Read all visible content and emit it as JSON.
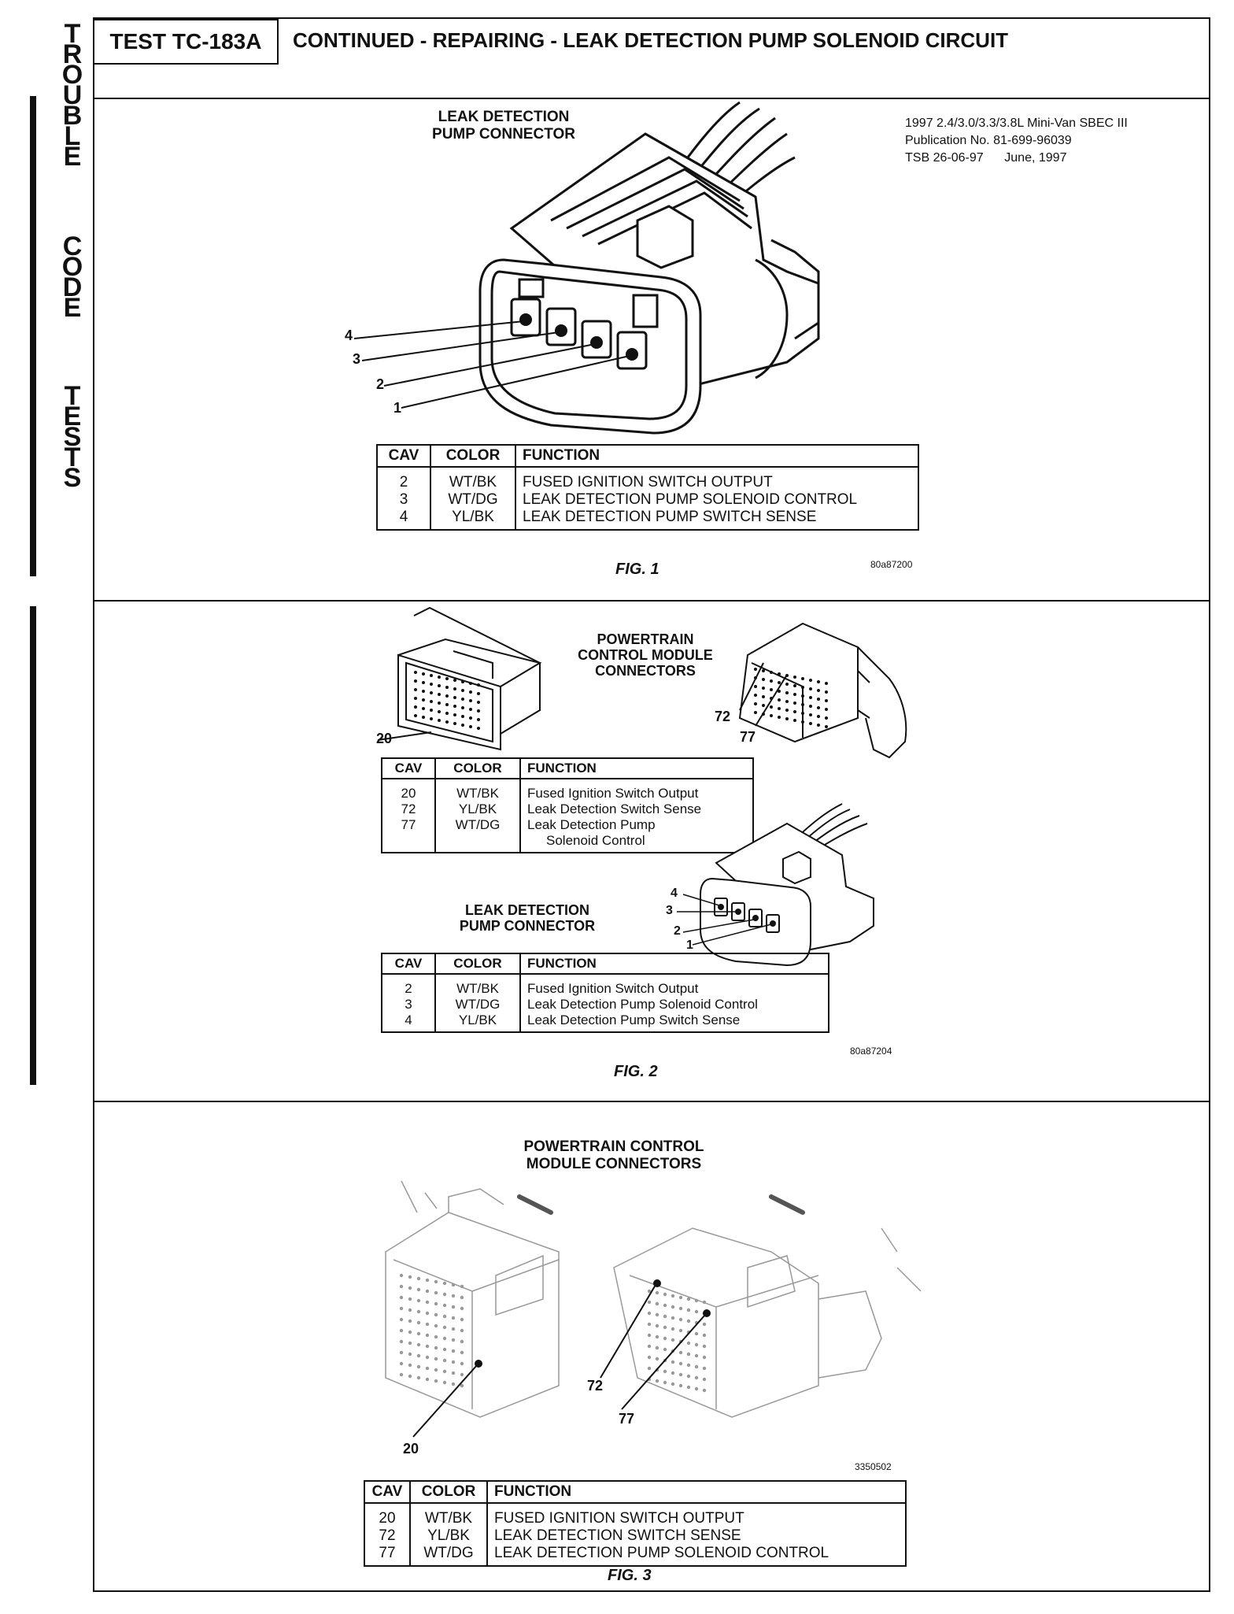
{
  "side_letters": {
    "word1": [
      "T",
      "R",
      "O",
      "U",
      "B",
      "L",
      "E"
    ],
    "word2": [
      "C",
      "O",
      "D",
      "E"
    ],
    "word3": [
      "T",
      "E",
      "S",
      "T",
      "S"
    ]
  },
  "header": {
    "test_id": "TEST TC-183A",
    "title": "CONTINUED - REPAIRING - LEAK DETECTION PUMP SOLENOID CIRCUIT"
  },
  "publication": {
    "line1": "1997 2.4/3.0/3.3/3.8L Mini-Van SBEC III",
    "line2": "Publication No. 81-699-96039",
    "line3": "TSB 26-06-97      June, 1997"
  },
  "fig1": {
    "caption_line1": "LEAK DETECTION",
    "caption_line2": "PUMP CONNECTOR",
    "pins": [
      "4",
      "3",
      "2",
      "1"
    ],
    "table": {
      "headers": [
        "CAV",
        "COLOR",
        "FUNCTION"
      ],
      "rows": [
        [
          "2",
          "WT/BK",
          "FUSED IGNITION SWITCH OUTPUT"
        ],
        [
          "3",
          "WT/DG",
          "LEAK DETECTION PUMP SOLENOID CONTROL"
        ],
        [
          "4",
          "YL/BK",
          "LEAK DETECTION PUMP SWITCH SENSE"
        ]
      ]
    },
    "label": "FIG. 1",
    "code": "80a87200"
  },
  "fig2": {
    "pcm_caption_line1": "POWERTRAIN",
    "pcm_caption_line2": "CONTROL MODULE",
    "pcm_caption_line3": "CONNECTORS",
    "pcm_pins": [
      "20",
      "72",
      "77"
    ],
    "pcm_table": {
      "headers": [
        "CAV",
        "COLOR",
        "FUNCTION"
      ],
      "rows": [
        [
          "20",
          "WT/BK",
          "Fused Ignition Switch Output"
        ],
        [
          "72",
          "YL/BK",
          "Leak Detection Switch Sense"
        ],
        [
          "77",
          "WT/DG",
          "Leak Detection Pump"
        ],
        [
          "",
          "",
          "Solenoid Control"
        ]
      ]
    },
    "ldp_caption_line1": "LEAK DETECTION",
    "ldp_caption_line2": "PUMP CONNECTOR",
    "ldp_pins": [
      "4",
      "3",
      "2",
      "1"
    ],
    "ldp_table": {
      "headers": [
        "CAV",
        "COLOR",
        "FUNCTION"
      ],
      "rows": [
        [
          "2",
          "WT/BK",
          "Fused Ignition Switch Output"
        ],
        [
          "3",
          "WT/DG",
          "Leak Detection Pump Solenoid Control"
        ],
        [
          "4",
          "YL/BK",
          "Leak Detection Pump Switch Sense"
        ]
      ]
    },
    "label": "FIG. 2",
    "code": "80a87204"
  },
  "fig3": {
    "caption_line1": "POWERTRAIN CONTROL",
    "caption_line2": "MODULE CONNECTORS",
    "pins": [
      "20",
      "72",
      "77"
    ],
    "code": "3350502",
    "table": {
      "headers": [
        "CAV",
        "COLOR",
        "FUNCTION"
      ],
      "rows": [
        [
          "20",
          "WT/BK",
          "FUSED IGNITION SWITCH OUTPUT"
        ],
        [
          "72",
          "YL/BK",
          "LEAK DETECTION SWITCH SENSE"
        ],
        [
          "77",
          "WT/DG",
          "LEAK DETECTION PUMP SOLENOID CONTROL"
        ]
      ]
    },
    "label": "FIG. 3"
  }
}
